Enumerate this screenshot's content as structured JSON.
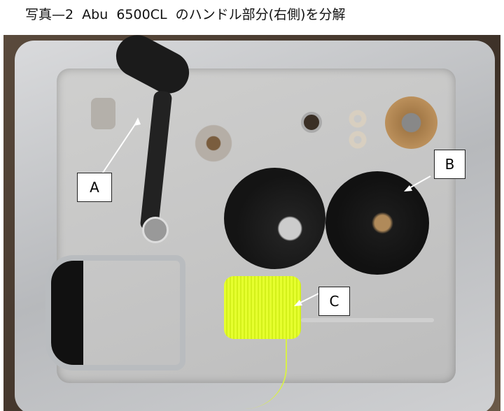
{
  "caption": "写真—2  Abu  6500CL  のハンドル部分(右側)を分解",
  "labels": {
    "a": "A",
    "b": "B",
    "c": "C"
  },
  "colors": {
    "line": "#eaff3a",
    "plate": "#141414",
    "tray": "#c8c9cb"
  }
}
